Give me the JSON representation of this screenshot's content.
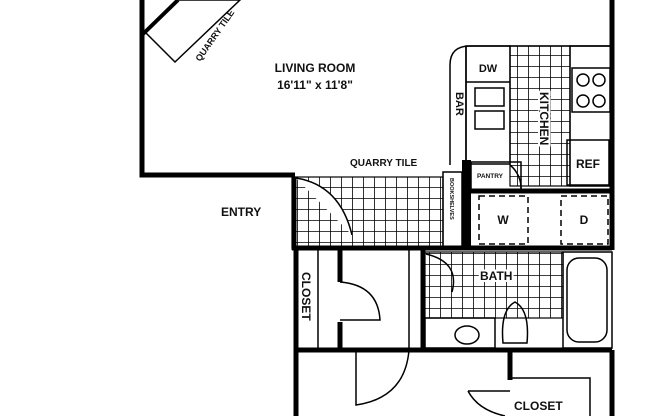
{
  "floorplan": {
    "rooms": {
      "living_room": {
        "label": "LIVING ROOM",
        "dimensions": "16'11\" x 11'8\""
      },
      "quarry_tile_corner": "QUARRY TILE",
      "quarry_tile_entry": "QUARRY TILE",
      "entry": "ENTRY",
      "bookshelves": "BOOKSHELVES",
      "pantry": "PANTRY",
      "kitchen": "KITCHEN",
      "bar": "BAR",
      "dishwasher": "DW",
      "refrigerator": "REF",
      "washer": "W",
      "dryer": "D",
      "closet_hall": "CLOSET",
      "bath": "BATH",
      "closet_bedroom": "CLOSET"
    },
    "colors": {
      "ink": "#000000",
      "background": "#ffffff"
    }
  }
}
